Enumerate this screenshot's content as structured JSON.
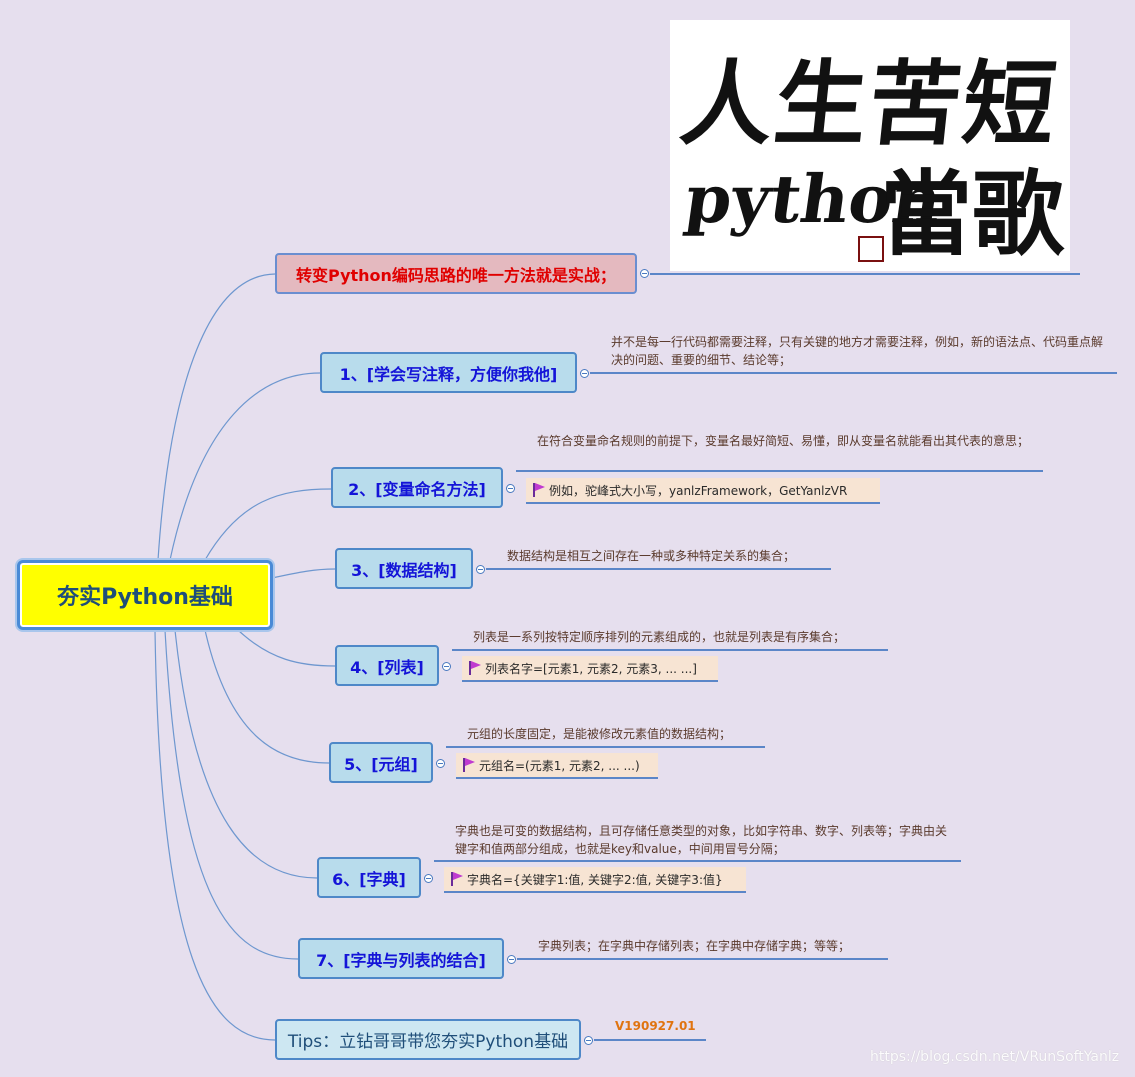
{
  "root": {
    "label": "夯实Python基础"
  },
  "logo": {
    "line1": "人生苦短",
    "line2": "python",
    "line3": "當歌"
  },
  "branches": {
    "b0": {
      "label": "转变Python编码思路的唯一方法就是实战；"
    },
    "b1": {
      "label": "1、[学会写注释，方便你我他]",
      "note": "并不是每一行代码都需要注释，只有关键的地方才需要注释，例如，新的语法点、代码重点解决的问题、重要的细节、结论等；"
    },
    "b2": {
      "label": "2、[变量命名方法]",
      "note": "在符合变量命名规则的前提下，变量名最好简短、易懂，即从变量名就能看出其代表的意思；",
      "sub": "例如，驼峰式大小写，yanlzFramework，GetYanlzVR"
    },
    "b3": {
      "label": "3、[数据结构]",
      "note": "数据结构是相互之间存在一种或多种特定关系的集合；"
    },
    "b4": {
      "label": "4、[列表]",
      "note": "列表是一系列按特定顺序排列的元素组成的，也就是列表是有序集合；",
      "sub": "列表名字=[元素1, 元素2, 元素3, ... ...]"
    },
    "b5": {
      "label": "5、[元组]",
      "note": "元组的长度固定，是能被修改元素值的数据结构；",
      "sub": "元组名=(元素1, 元素2, ... ...)"
    },
    "b6": {
      "label": "6、[字典]",
      "note": "字典也是可变的数据结构，且可存储任意类型的对象，比如字符串、数字、列表等；字典由关键字和值两部分组成，也就是key和value，中间用冒号分隔；",
      "sub": "字典名={关键字1:值, 关键字2:值, 关键字3:值}"
    },
    "b7": {
      "label": "7、[字典与列表的结合]",
      "note": "字典列表；在字典中存储列表；在字典中存储字典；等等；"
    },
    "tips": {
      "label": "Tips：立钻哥哥带您夯实Python基础",
      "version": "V190927.01"
    }
  },
  "watermark": "https://blog.csdn.net/VRunSoftYanlz",
  "colors": {
    "background": "#e6dfee",
    "root_fill": "#ffff00",
    "branch_fill": "#b8dcec",
    "branch_text": "#1414d8",
    "connector": "#5b86c8",
    "accent_red": "#e00000",
    "version": "#e07410"
  }
}
